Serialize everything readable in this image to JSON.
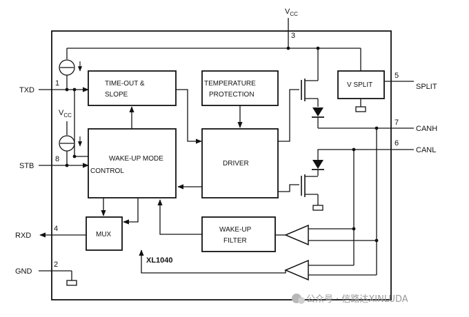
{
  "diagram": {
    "chip_name": "XL1040",
    "supply": {
      "main": "V",
      "sub": "CC"
    },
    "pins": {
      "txd": {
        "name": "TXD",
        "number": "1"
      },
      "stb": {
        "name": "STB",
        "number": "8"
      },
      "rxd": {
        "name": "RXD",
        "number": "4"
      },
      "gnd": {
        "name": "GND",
        "number": "2"
      },
      "vcc": {
        "number": "3"
      },
      "split": {
        "name": "SPLIT",
        "number": "5"
      },
      "canh": {
        "name": "CANH",
        "number": "7"
      },
      "canl": {
        "name": "CANL",
        "number": "6"
      }
    },
    "blocks": {
      "timeout_1": "TIME-OUT &",
      "timeout_2": "SLOPE",
      "temp_1": "TEMPERATURE",
      "temp_2": "PROTECTION",
      "vsplit": "V SPLIT",
      "wake_mode_1": "WAKE-UP MODE",
      "wake_mode_2": "CONTROL",
      "driver": "DRIVER",
      "mux": "MUX",
      "wake_filter_1": "WAKE-UP",
      "wake_filter_2": "FILTER"
    }
  },
  "watermark": "公众号 · 信路达XINLUDA"
}
